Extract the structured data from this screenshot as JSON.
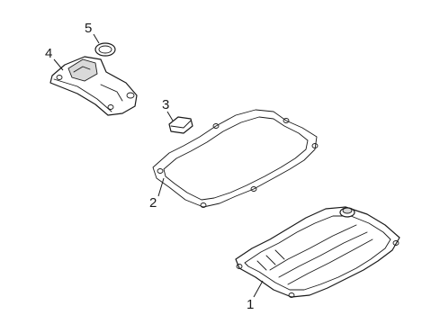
{
  "diagram": {
    "colors": {
      "line": "#1a1a1a",
      "background": "#ffffff",
      "shade": "#d9d9d9"
    },
    "callouts": [
      {
        "id": "1",
        "label": "1"
      },
      {
        "id": "2",
        "label": "2"
      },
      {
        "id": "3",
        "label": "3"
      },
      {
        "id": "4",
        "label": "4"
      },
      {
        "id": "5",
        "label": "5"
      }
    ]
  }
}
